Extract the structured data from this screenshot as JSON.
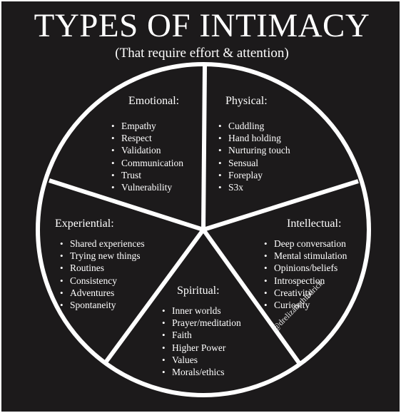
{
  "title": "TYPES OF INTIMACY",
  "subtitle": "(That require effort & attention)",
  "colors": {
    "background": "#1c1a1b",
    "lines": "#ffffff",
    "text": "#ffffff"
  },
  "sections": [
    {
      "heading": "Emotional:",
      "items": [
        "Empathy",
        "Respect",
        "Validation",
        "Communication",
        "Trust",
        "Vulnerability"
      ]
    },
    {
      "heading": "Physical:",
      "items": [
        "Cuddling",
        "Hand holding",
        "Nurturing touch",
        "Sensual",
        "Foreplay",
        "S3x"
      ]
    },
    {
      "heading": "Intellectual:",
      "items": [
        "Deep conversation",
        "Mental stimulation",
        "Opinions/beliefs",
        "Introspection",
        "Creativity",
        "Curiosity"
      ]
    },
    {
      "heading": "Spiritual:",
      "items": [
        "Inner worlds",
        "Prayer/meditation",
        "Faith",
        "Higher Power",
        "Values",
        "Morals/ethics"
      ]
    },
    {
      "heading": "Experiential:",
      "items": [
        "Shared experiences",
        "Trying new things",
        "Routines",
        "Consistency",
        "Adventures",
        "Spontaneity"
      ]
    }
  ],
  "handle": "@drelizabethfedrick"
}
